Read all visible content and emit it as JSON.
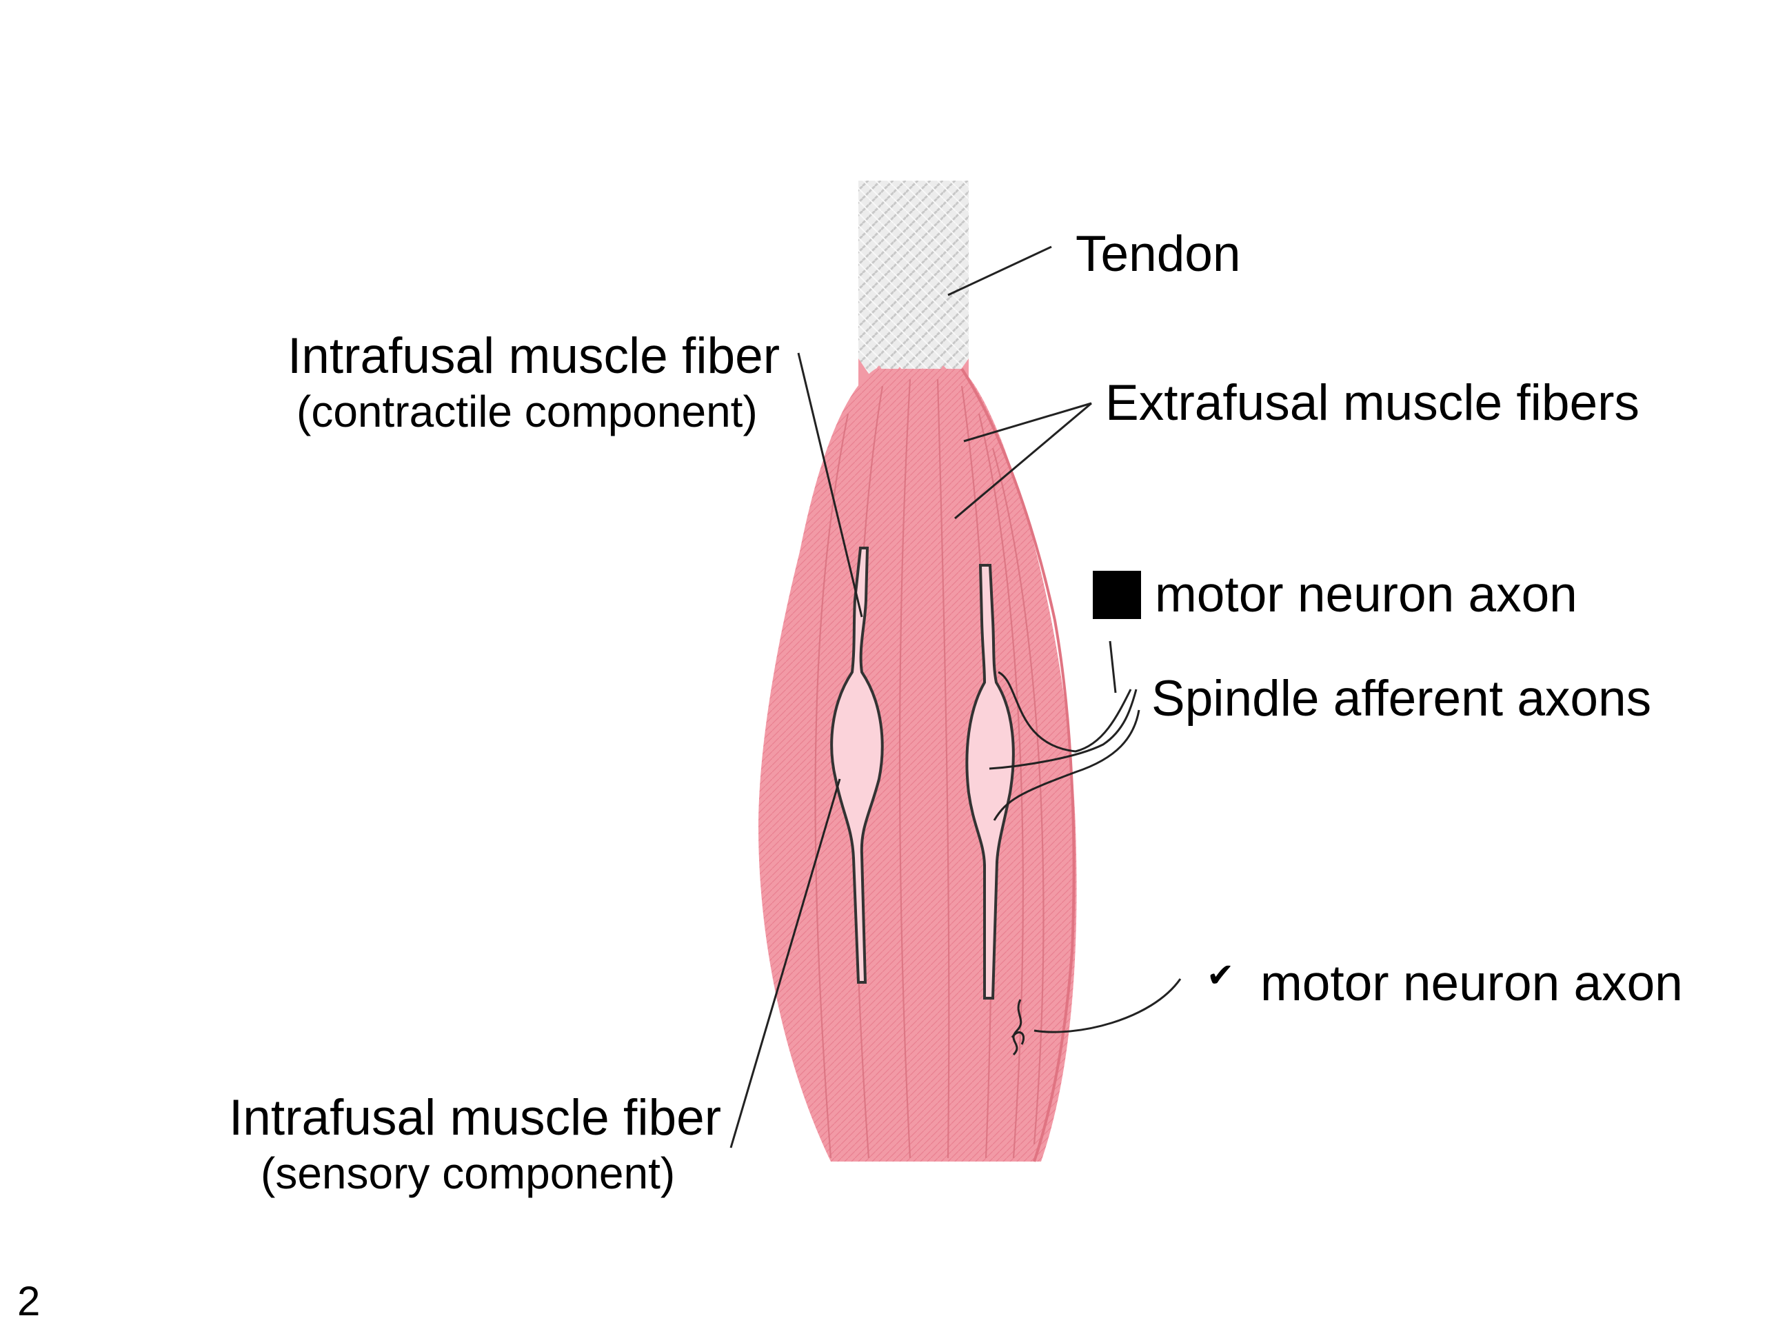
{
  "labels": {
    "tendon": "Tendon",
    "intrafusal_contractile": {
      "line1": "Intrafusal muscle fiber",
      "line2": "(contractile component)"
    },
    "extrafusal": "Extrafusal muscle fibers",
    "motor_neuron_square": "motor neuron axon",
    "spindle_afferent": "Spindle afferent axons",
    "motor_neuron_check": "motor neuron axon",
    "intrafusal_sensory": {
      "line1": "Intrafusal muscle fiber",
      "line2": "(sensory component)"
    }
  },
  "page_number": "2",
  "icons": {
    "square": "black-square-icon",
    "check": "check-icon"
  },
  "colors": {
    "muscle": "#f08a98",
    "muscle_dark": "#d9606f",
    "spindle_fill": "#fbd3da",
    "tendon": "#e8e8e8",
    "text": "#000000"
  }
}
